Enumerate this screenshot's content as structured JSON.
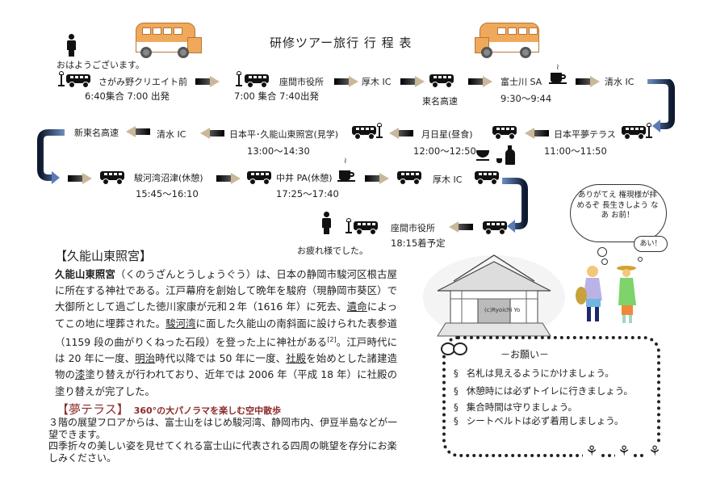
{
  "title": "研修ツアー旅行 行 程 表",
  "greeting_start": "おはようございます。",
  "greeting_end": "お疲れ様でした。",
  "route": {
    "row1": [
      {
        "place": "さがみ野クリエイト前",
        "time": "6:40集合  7:00 出発"
      },
      {
        "place": "座間市役所",
        "time": "7:00 集合  7:40出発"
      },
      {
        "place": "厚木 IC"
      },
      {
        "place": "東名高速"
      },
      {
        "place": "富士川 SA",
        "time": "9:30～9:44"
      },
      {
        "place": "清水 IC"
      }
    ],
    "row2": [
      {
        "place": "日本平夢テラス",
        "time": "11:00～11:50"
      },
      {
        "place": "月日星(昼食)",
        "time": "12:00～12:50"
      },
      {
        "place": "日本平･久能山東照宮(見学)",
        "time": "13:00～14:30"
      },
      {
        "place": "清水 IC"
      },
      {
        "place": "新東名高速"
      }
    ],
    "row3": [
      {
        "place": "駿河湾沼津(休憩)",
        "time": "15:45～16:10"
      },
      {
        "place": "中井 PA(休憩)",
        "time": "17:25～17:40"
      },
      {
        "place": "厚木 IC"
      }
    ],
    "row4": [
      {
        "place": "座間市役所",
        "time": "18:15着予定"
      }
    ]
  },
  "kunozan": {
    "heading": "【久能山東照宮】",
    "lead_bold": "久能山東照宮",
    "body1": "（くのうざんとうしょうぐう）は、日本の静岡市駿河区根古屋に所在する神社である。江戸幕府を創始して晩年を駿府（現静岡市葵区）で大御所として過ごした徳川家康が元和２年（1616 年）に死去、",
    "link1": "遺命",
    "body2": "によってこの地に埋葬された。",
    "link2": "駿河湾",
    "body3": "に面した久能山の南斜面に設けられた表参道（1159 段の曲がりくねった石段）を登った上に神社がある",
    "ref": "[2]",
    "body4": "。江戸時代には 20 年に一度、",
    "link3": "明治",
    "body5": "時代以降では 50 年に一度、",
    "link4": "社殿",
    "body6": "を始めとした諸建造物の",
    "link5": "漆",
    "body7": "塗り替えが行われており、近年では 2006 年（平成 18 年）に社殿の塗り替えが完了した。"
  },
  "yume": {
    "heading": "【夢テラス】",
    "subheading": "360°の大パノラマを楽しむ空中散歩",
    "line1": "３階の展望フロアからは、富士山をはじめ駿河湾、静岡市内、伊豆半島などが一望できます。",
    "line2": "四季折々の美しい姿を見せてくれる富士山に代表される四周の眺望を存分にお楽しみください。"
  },
  "request": {
    "title": "－お願い－",
    "bullet": "§",
    "items": [
      "名札は見えるようにかけましょう。",
      "休憩時には必ずトイレに行きましょう。",
      "集合時間は守りましょう。",
      "シートベルトは必ず着用しましょう。"
    ]
  },
  "speech": {
    "main": "ありがてえ 権現様が拝めるぞ 長生きしよう なあ お前！",
    "reply": "あい！"
  },
  "illustration_watermark": "(c)Ryoichi Yo"
}
